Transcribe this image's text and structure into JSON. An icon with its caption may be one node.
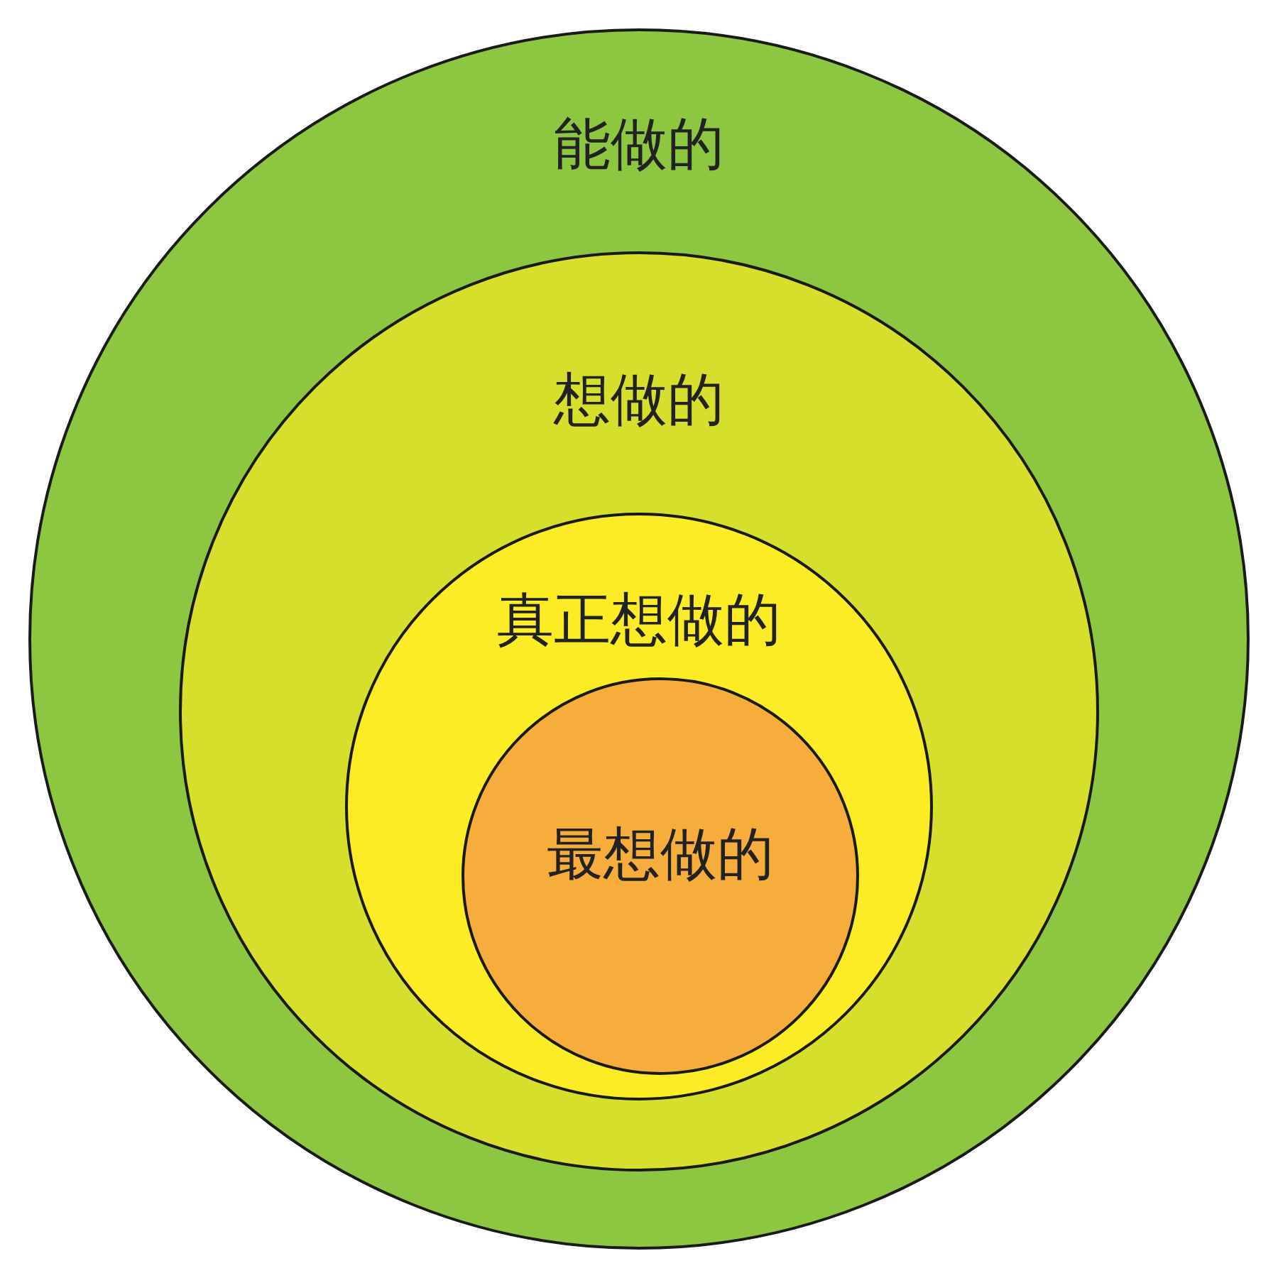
{
  "diagram": {
    "nodes": [
      {
        "text": [
          "能做的"
        ]
      },
      {
        "text": [
          "想做的"
        ],
        "in": 0
      },
      {
        "text": [
          "真正想做的"
        ],
        "in": 1
      },
      {
        "text": [
          "最想做的"
        ],
        "in": 2
      }
    ]
  }
}
